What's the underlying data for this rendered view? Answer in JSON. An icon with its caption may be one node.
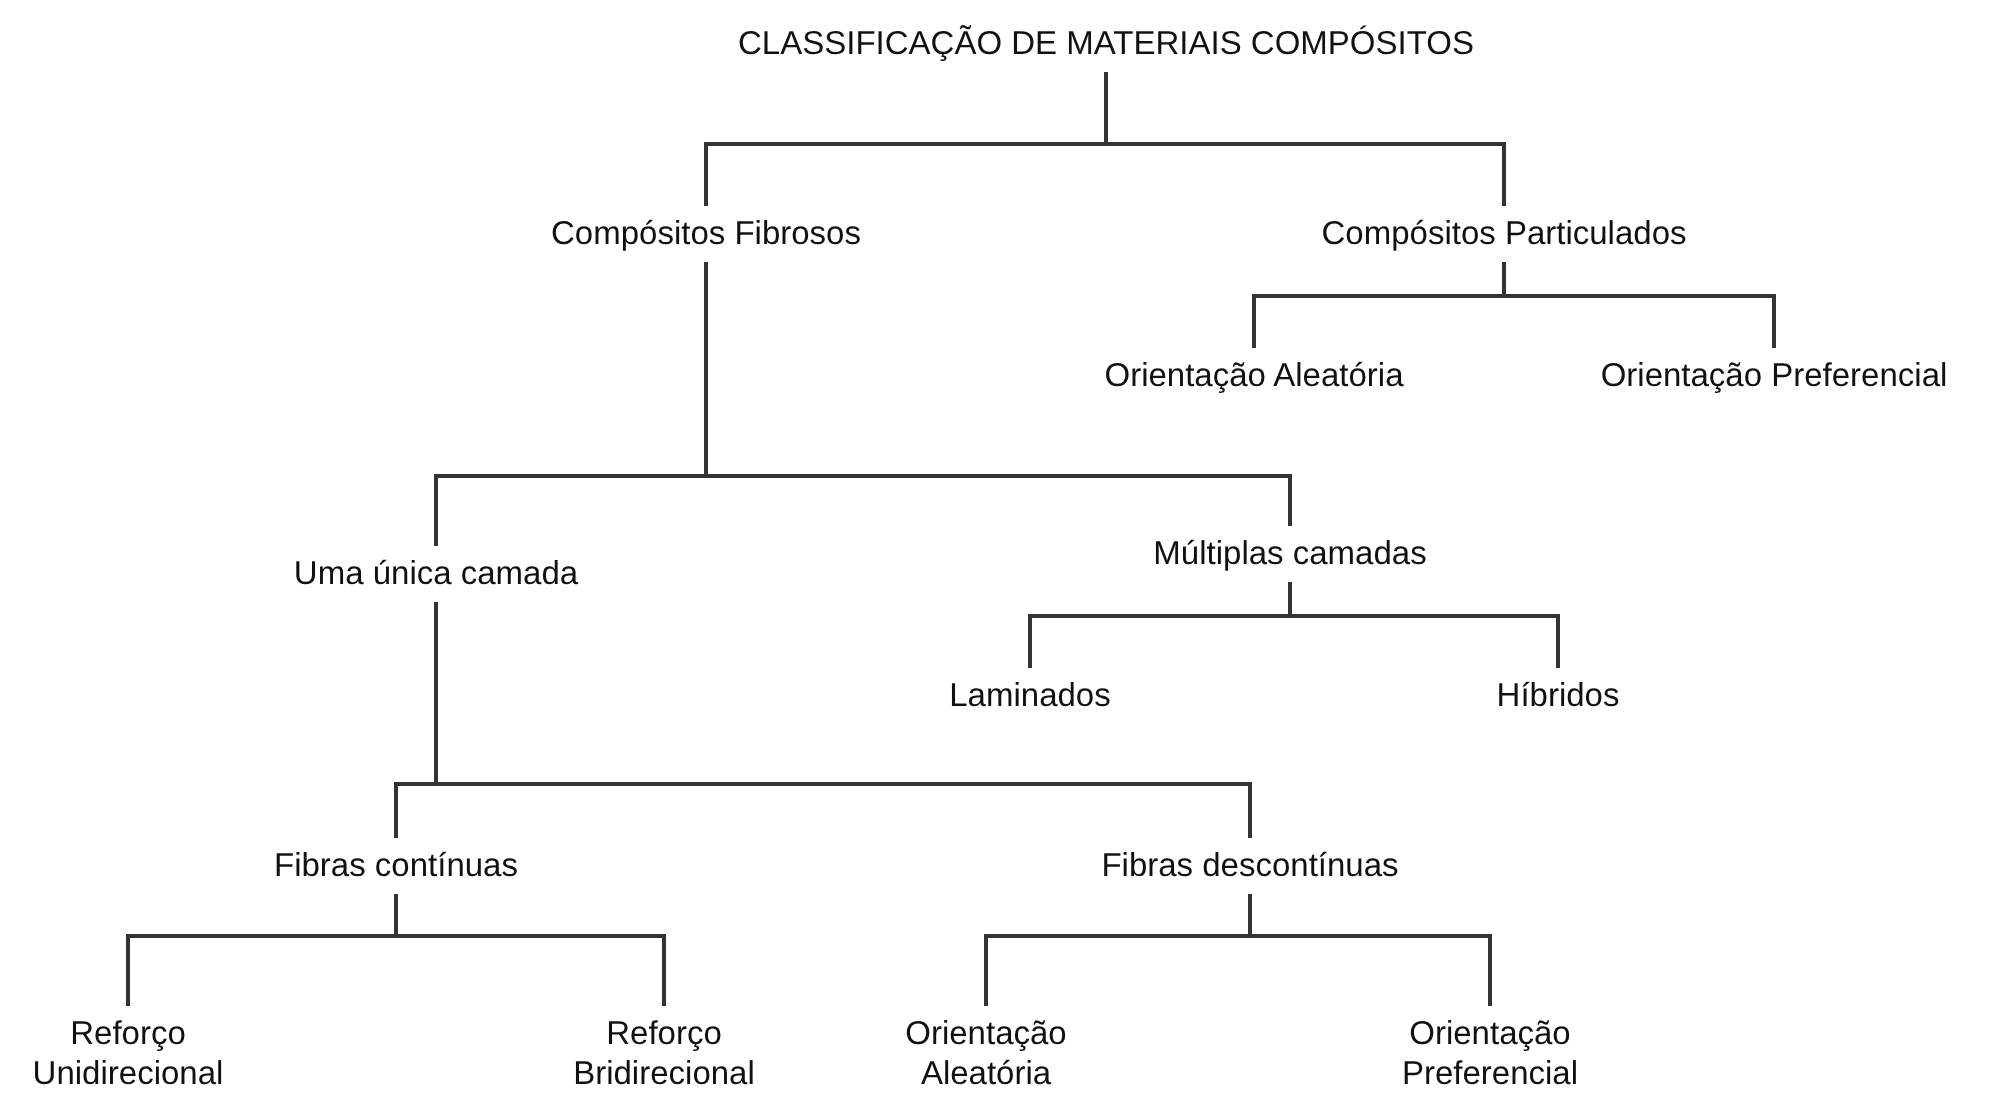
{
  "diagram": {
    "nodes": [
      {
        "text": [
          "CLASSIFICAÇÃO DE MATERIAIS COMPÓSITOS"
        ]
      },
      {
        "text": [
          "Compósitos Fibrosos"
        ]
      },
      {
        "text": [
          "Compósitos Particulados"
        ]
      },
      {
        "text": [
          "Orientação Aleatória"
        ]
      },
      {
        "text": [
          "Orientação Preferencial"
        ]
      },
      {
        "text": [
          "Uma única camada"
        ]
      },
      {
        "text": [
          "Múltiplas camadas"
        ]
      },
      {
        "text": [
          "Laminados"
        ]
      },
      {
        "text": [
          "Híbridos"
        ]
      },
      {
        "text": [
          "Fibras contínuas"
        ]
      },
      {
        "text": [
          "Fibras descontínuas"
        ]
      },
      {
        "text": [
          "Reforço Unidirecional"
        ]
      },
      {
        "text": [
          "Reforço Bridirecional"
        ]
      },
      {
        "text": [
          "Orientação Aleatória"
        ]
      },
      {
        "text": [
          "Orientação Preferencial"
        ]
      }
    ],
    "edges": [
      {
        "from": 0,
        "to": 1,
        "arrow": "none"
      },
      {
        "from": 0,
        "to": 2,
        "arrow": "none"
      },
      {
        "from": 2,
        "to": 3,
        "arrow": "none"
      },
      {
        "from": 2,
        "to": 4,
        "arrow": "none"
      },
      {
        "from": 1,
        "to": 5,
        "arrow": "none"
      },
      {
        "from": 1,
        "to": 6,
        "arrow": "none"
      },
      {
        "from": 6,
        "to": 7,
        "arrow": "none"
      },
      {
        "from": 6,
        "to": 8,
        "arrow": "none"
      },
      {
        "from": 5,
        "to": 9,
        "arrow": "none"
      },
      {
        "from": 5,
        "to": 10,
        "arrow": "none"
      },
      {
        "from": 9,
        "to": 11,
        "arrow": "none"
      },
      {
        "from": 9,
        "to": 12,
        "arrow": "none"
      },
      {
        "from": 10,
        "to": 13,
        "arrow": "none"
      },
      {
        "from": 10,
        "to": 14,
        "arrow": "none"
      }
    ]
  }
}
